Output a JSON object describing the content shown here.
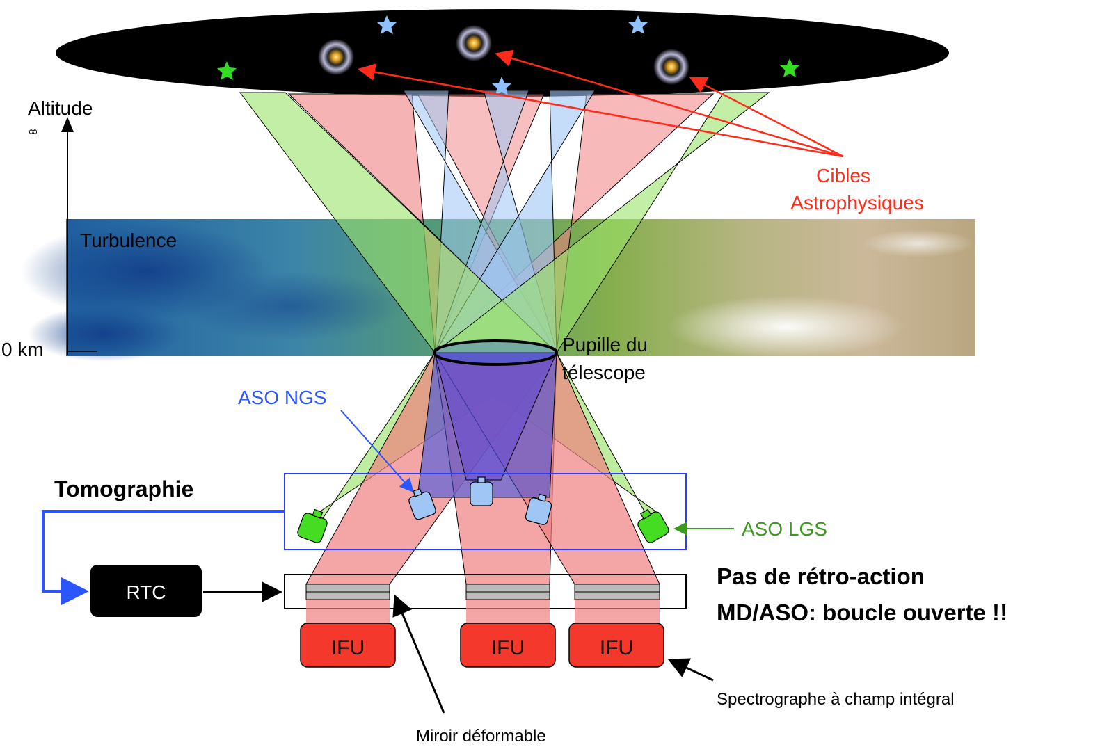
{
  "labels": {
    "altitude": "Altitude",
    "infinity": "∞",
    "turbulence": "Turbulence",
    "zero_km": "0 km",
    "pupil_line1": "Pupille du",
    "pupil_line2": "télescope",
    "targets_line1": "Cibles",
    "targets_line2": "Astrophysiques",
    "aso_ngs": "ASO NGS",
    "aso_lgs": "ASO LGS",
    "tomography": "Tomographie",
    "rtc": "RTC",
    "ifu": "IFU",
    "open_loop_line1": "Pas de rétro-action",
    "open_loop_line2": "MD/ASO: boucle ouverte !!",
    "ifs": "Spectrographe à champ intégral",
    "dm": "Miroir déformable"
  },
  "colors": {
    "sky": "#000000",
    "target_beam": "#f08080",
    "ngs_beam": "#9fc6f5",
    "lgs_beam": "#9be36b",
    "target_arrow": "#ff2a1a",
    "ngs_arrow": "#2b55ff",
    "lgs_arrow": "#3a9a1a",
    "ifu_fill": "#f4382c",
    "rtc_fill": "#000000"
  },
  "icons": {
    "ngs_star": "blue-star-icon",
    "lgs_star": "green-star-icon",
    "galaxy": "galaxy-icon",
    "wfs": "wavefront-sensor-icon"
  }
}
